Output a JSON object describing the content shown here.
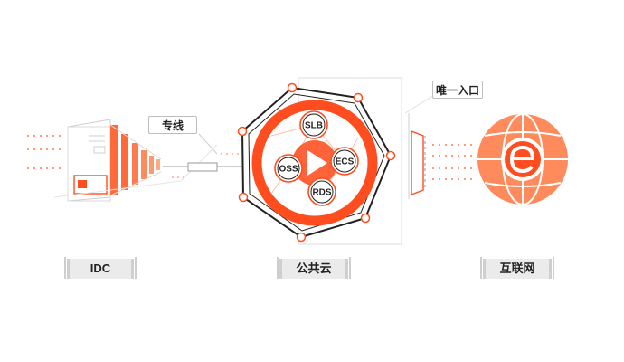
{
  "labels": {
    "idc": "IDC",
    "cloud": "公共云",
    "internet": "互联网"
  },
  "tags": {
    "dedicated_line": "专线",
    "single_entry": "唯一入口"
  },
  "services": {
    "slb": "SLB",
    "ecs": "ECS",
    "oss": "OSS",
    "rds": "RDS"
  },
  "colors": {
    "accent": "#ff4d1f",
    "globe": "#ff8a5c",
    "line_gray": "#bdbdbd",
    "label_bg": "#ebebeb"
  },
  "icons": {
    "play": "play-icon",
    "internet": "internet-e-icon",
    "server": "server-icon"
  }
}
